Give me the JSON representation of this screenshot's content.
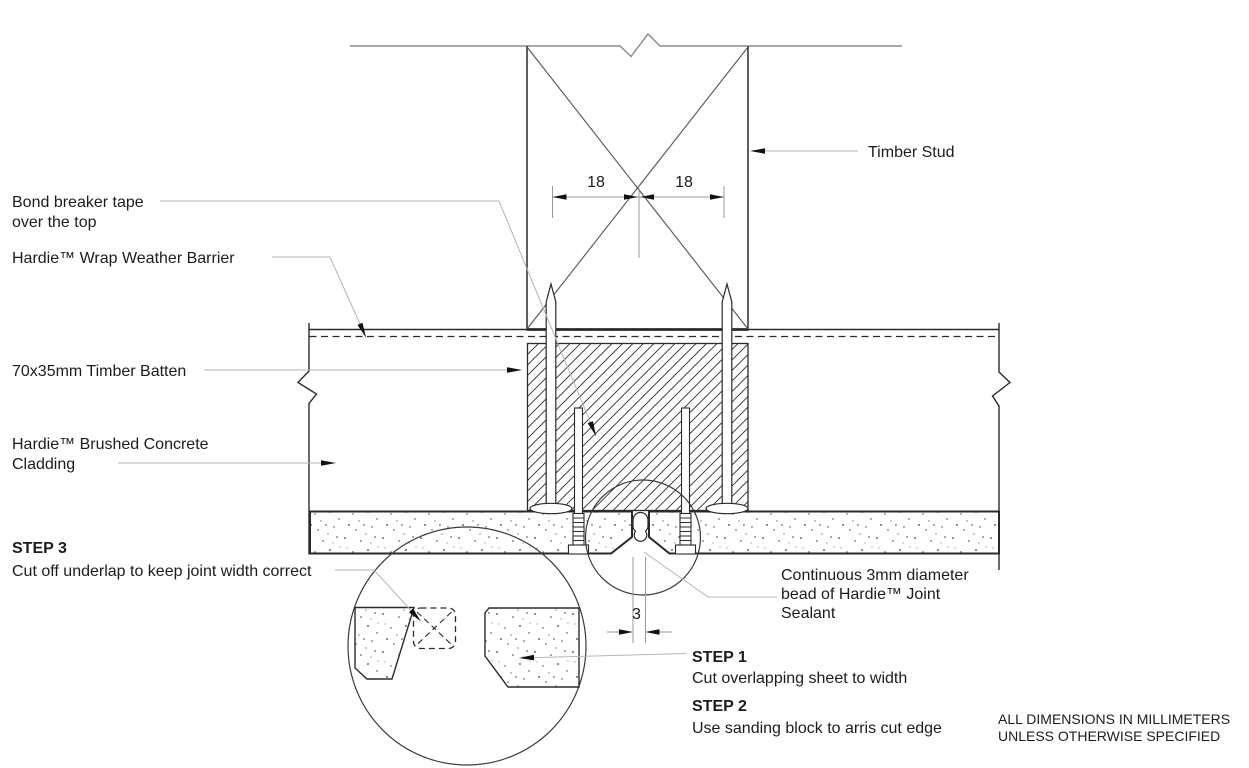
{
  "drawing": {
    "labels": {
      "bond_breaker": {
        "line1": "Bond breaker tape",
        "line2": "over the top"
      },
      "weather_barrier": "Hardie™ Wrap Weather Barrier",
      "timber_batten": "70x35mm Timber Batten",
      "cladding": {
        "line1": "Hardie™ Brushed Concrete",
        "line2": "Cladding"
      },
      "timber_stud": "Timber Stud",
      "sealant": {
        "line1": "Continuous 3mm diameter",
        "line2": "bead of Hardie™ Joint",
        "line3": "Sealant"
      }
    },
    "dimensions": {
      "stud_left": "18",
      "stud_right": "18",
      "joint_gap": "3"
    },
    "steps": {
      "step1": {
        "title": "STEP 1",
        "text": "Cut overlapping sheet to width"
      },
      "step2": {
        "title": "STEP 2",
        "text": "Use sanding block to arris cut edge"
      },
      "step3": {
        "title": "STEP 3",
        "text": "Cut off underlap to keep joint width correct"
      }
    },
    "notes": {
      "line1": "ALL DIMENSIONS IN MILLIMETERS",
      "line2": "UNLESS OTHERWISE SPECIFIED"
    },
    "colors": {
      "line": "#2a2a2a",
      "light_line": "#8a8a8a",
      "leader": "#b5b5b5",
      "dimension": "#9a9a9a",
      "text": "#1c1c1c",
      "background": "#ffffff"
    }
  }
}
